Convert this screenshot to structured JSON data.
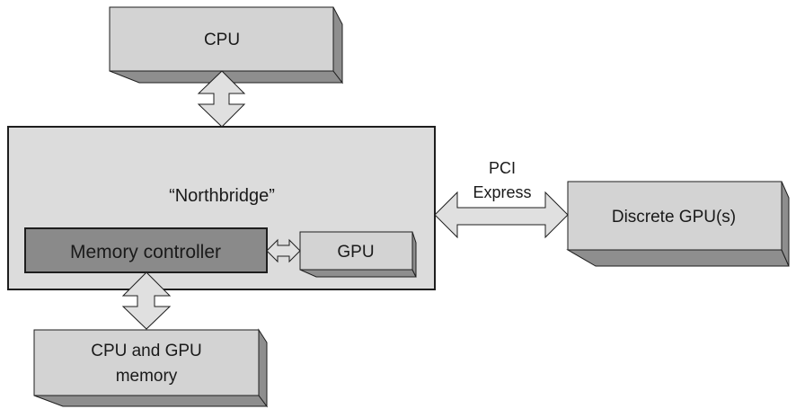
{
  "diagram": {
    "title": "",
    "nodes": {
      "cpu": {
        "label": "CPU"
      },
      "northbridge": {
        "label": "“Northbridge”"
      },
      "memory_controller": {
        "label": "Memory controller"
      },
      "integrated_gpu": {
        "label": "GPU"
      },
      "discrete_gpu": {
        "label": "Discrete GPU(s)"
      },
      "memory": {
        "label_line1": "CPU and GPU",
        "label_line2": "memory"
      }
    },
    "edges": [
      {
        "from": "cpu",
        "to": "northbridge",
        "type": "bidirectional",
        "label": ""
      },
      {
        "from": "memory_controller",
        "to": "integrated_gpu",
        "type": "bidirectional",
        "label": ""
      },
      {
        "from": "northbridge",
        "to": "discrete_gpu",
        "type": "bidirectional",
        "label_line1": "PCI",
        "label_line2": "Express"
      },
      {
        "from": "memory_controller",
        "to": "memory",
        "type": "bidirectional",
        "label": ""
      }
    ]
  },
  "colors": {
    "box_front": "#d3d3d3",
    "box_depth": "#8e8e8e",
    "northbridge_fill": "#dcdcdc",
    "memory_controller_fill": "#8a8a8a",
    "arrow_fill": "#e0e0e0",
    "stroke": "#1e1e1e"
  }
}
